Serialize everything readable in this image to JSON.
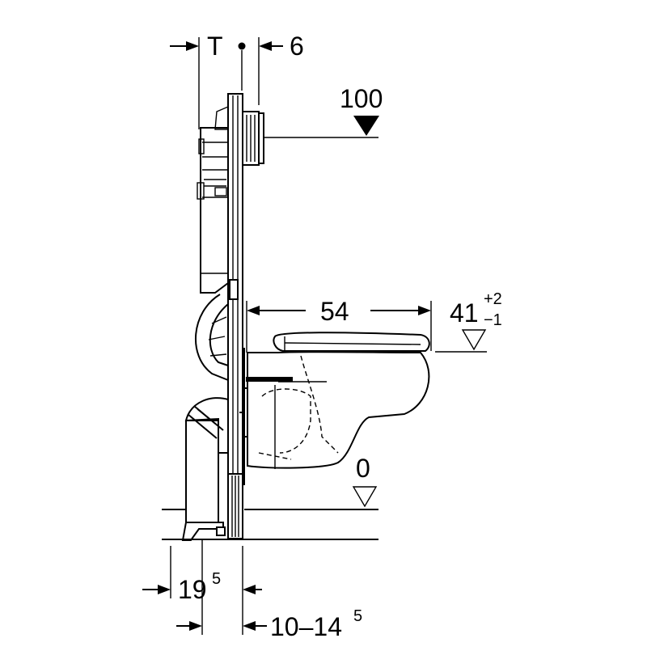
{
  "dimensions": {
    "top_left": "T",
    "top_right": "6",
    "height_flush": "100",
    "seat_depth": "54",
    "seat_height": "41",
    "seat_height_tol_plus": "+2",
    "seat_height_tol_minus": "−1",
    "floor_level": "0",
    "bottom_left": "19",
    "bottom_left_sup": "5",
    "bottom_right": "10–14",
    "bottom_right_sup": "5"
  }
}
